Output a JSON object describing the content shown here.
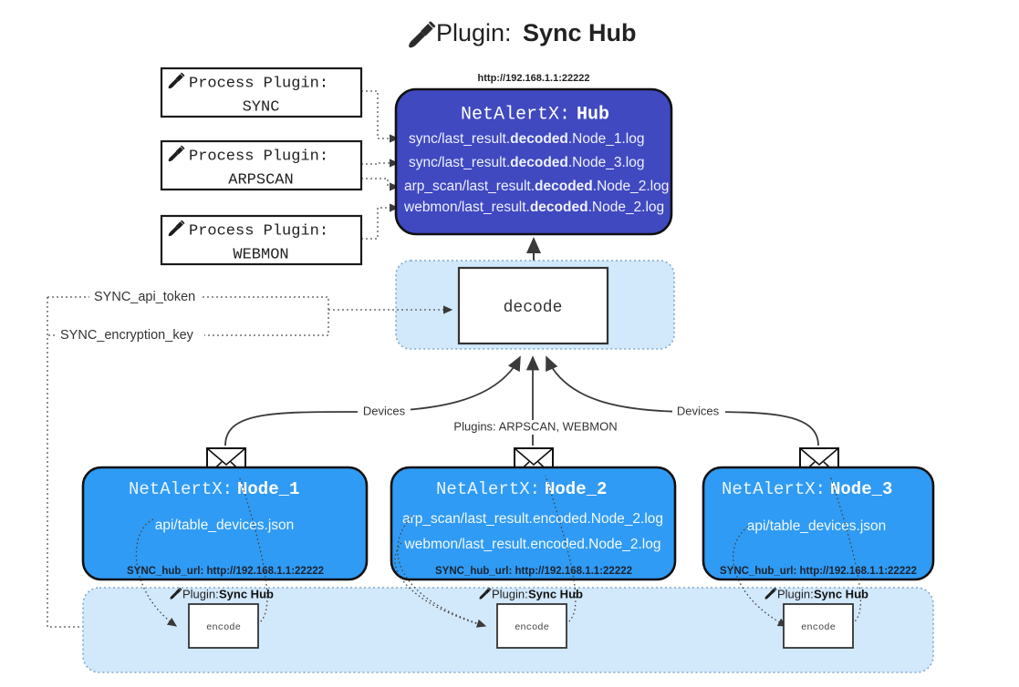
{
  "page": {
    "title_prefix": "Plugin:",
    "title_name": "Sync Hub",
    "plug_icon": "plug-icon"
  },
  "process_plugins": [
    {
      "label": "Process Plugin:",
      "name": "SYNC"
    },
    {
      "label": "Process Plugin:",
      "name": "ARPSCAN"
    },
    {
      "label": "Process Plugin:",
      "name": "WEBMON"
    }
  ],
  "hub": {
    "url": "http://192.168.1.1:22222",
    "title_prefix": "NetAlertX:",
    "title_name": "Hub",
    "color": "#4049c0",
    "logs": [
      {
        "pre": "sync/last_result.",
        "mid": "decoded",
        "post": ".Node_1.log"
      },
      {
        "pre": "sync/last_result.",
        "mid": "decoded",
        "post": ".Node_3.log"
      },
      {
        "pre": "arp_scan/last_result.",
        "mid": "decoded",
        "post": ".Node_2.log"
      },
      {
        "pre": "webmon/last_result.",
        "mid": "decoded",
        "post": ".Node_2.log"
      }
    ]
  },
  "decode": {
    "label": "decode",
    "band_color": "#d2e8fb"
  },
  "settings": {
    "api_token": "SYNC_api_token",
    "encryption_key": "SYNC_encryption_key"
  },
  "edges": {
    "devices_left": "Devices",
    "devices_right": "Devices",
    "plugins_mid": "Plugins: ARPSCAN, WEBMON"
  },
  "nodes": [
    {
      "title_prefix": "NetAlertX:",
      "title_name": "Node_1",
      "color": "#2f9bf4",
      "lines": [
        "api/table_devices.json"
      ],
      "hub_url": "SYNC_hub_url: http://192.168.1.1:22222"
    },
    {
      "title_prefix": "NetAlertX:",
      "title_name": "Node_2",
      "color": "#2f9bf4",
      "lines": [
        "arp_scan/last_result.encoded.Node_2.log",
        "webmon/last_result.encoded.Node_2.log"
      ],
      "hub_url": "SYNC_hub_url: http://192.168.1.1:22222"
    },
    {
      "title_prefix": "NetAlertX:",
      "title_name": "Node_3",
      "color": "#2f9bf4",
      "lines": [
        "api/table_devices.json"
      ],
      "hub_url": "SYNC_hub_url: http://192.168.1.1:22222"
    }
  ],
  "encoders": [
    {
      "plugin_prefix": "Plugin:",
      "plugin_name": "Sync Hub",
      "label": "encode"
    },
    {
      "plugin_prefix": "Plugin:",
      "plugin_name": "Sync Hub",
      "label": "encode"
    },
    {
      "plugin_prefix": "Plugin:",
      "plugin_name": "Sync Hub",
      "label": "encode"
    }
  ]
}
